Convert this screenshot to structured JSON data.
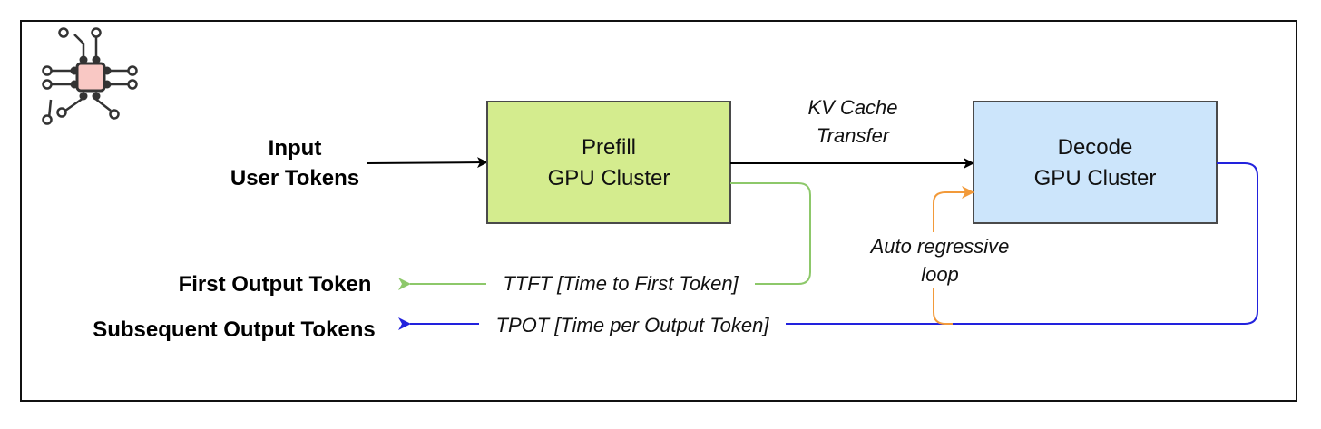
{
  "nodes": {
    "input": {
      "line1": "Input",
      "line2": "User Tokens"
    },
    "prefill": {
      "line1": "Prefill",
      "line2": "GPU Cluster",
      "fill": "#d4ec8e",
      "stroke": "#4a4a4a"
    },
    "decode": {
      "line1": "Decode",
      "line2": "GPU Cluster",
      "fill": "#cce5fb",
      "stroke": "#4a4a4a"
    },
    "first_output": {
      "label": "First Output Token"
    },
    "subsequent_output": {
      "label": "Subsequent Output Tokens"
    }
  },
  "edges": {
    "kv_cache": {
      "line1": "KV Cache",
      "line2": "Transfer",
      "color": "#000000"
    },
    "ttft": {
      "label": "TTFT [Time to First Token]",
      "color": "#8dc86a"
    },
    "tpot": {
      "label": "TPOT [Time per Output Token]",
      "color": "#2222dd"
    },
    "autoregressive": {
      "line1": "Auto regressive",
      "line2": "loop",
      "color": "#f29a3a"
    }
  },
  "logo": {
    "icon": "chip-circuit-icon",
    "core_color": "#f9c8c4"
  }
}
